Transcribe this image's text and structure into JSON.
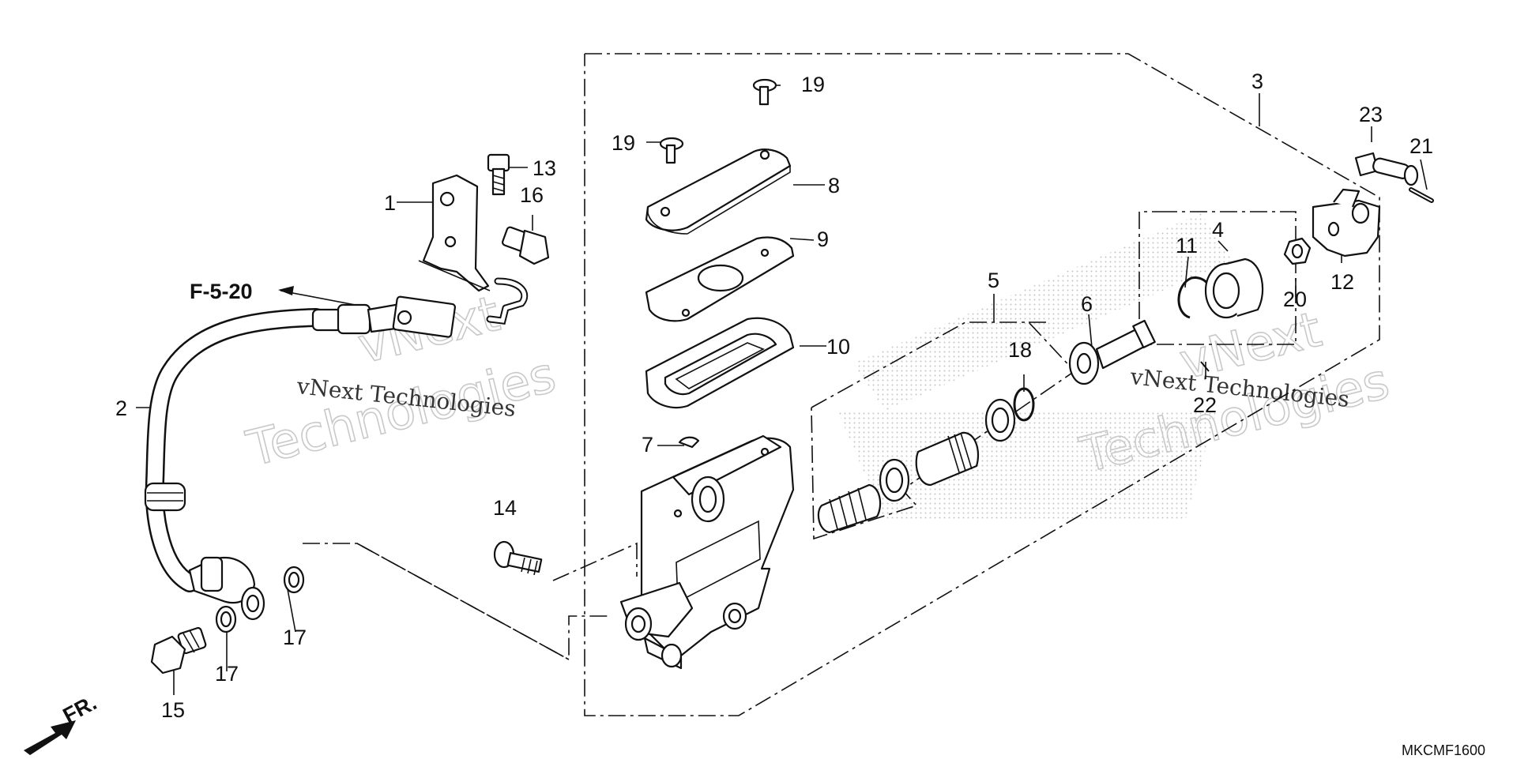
{
  "diagram": {
    "callouts": [
      {
        "id": "c1",
        "label": "1"
      },
      {
        "id": "c2",
        "label": "2"
      },
      {
        "id": "c3",
        "label": "3"
      },
      {
        "id": "c4",
        "label": "4"
      },
      {
        "id": "c5",
        "label": "5"
      },
      {
        "id": "c6",
        "label": "6"
      },
      {
        "id": "c7",
        "label": "7"
      },
      {
        "id": "c8",
        "label": "8"
      },
      {
        "id": "c9",
        "label": "9"
      },
      {
        "id": "c10",
        "label": "10"
      },
      {
        "id": "c11",
        "label": "11"
      },
      {
        "id": "c12",
        "label": "12"
      },
      {
        "id": "c13",
        "label": "13"
      },
      {
        "id": "c14",
        "label": "14"
      },
      {
        "id": "c15",
        "label": "15"
      },
      {
        "id": "c16",
        "label": "16"
      },
      {
        "id": "c17a",
        "label": "17"
      },
      {
        "id": "c17b",
        "label": "17"
      },
      {
        "id": "c18",
        "label": "18"
      },
      {
        "id": "c19a",
        "label": "19"
      },
      {
        "id": "c19b",
        "label": "19"
      },
      {
        "id": "c20",
        "label": "20"
      },
      {
        "id": "c21",
        "label": "21"
      },
      {
        "id": "c22",
        "label": "22"
      },
      {
        "id": "c23",
        "label": "23"
      }
    ],
    "reference": "F-5-20",
    "front_marker": "FR.",
    "diagram_code": "MKCMF1600"
  },
  "watermarks": [
    {
      "line1": "vNext",
      "line2": "Technologies",
      "small": "vNext Technologies"
    },
    {
      "line1": "vNext",
      "line2": "Technologies",
      "small": "vNext Technologies"
    }
  ]
}
